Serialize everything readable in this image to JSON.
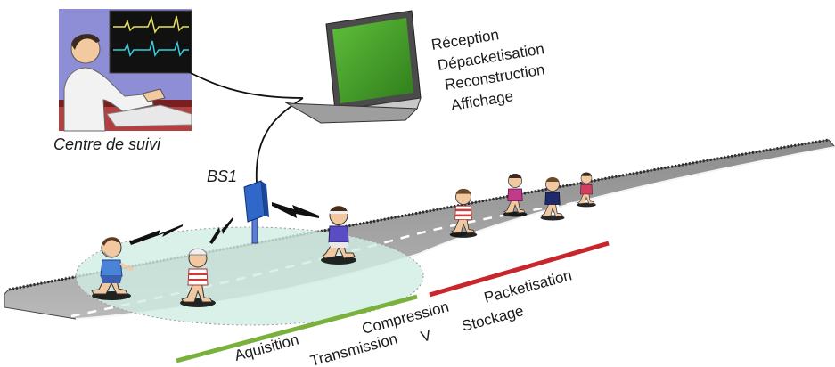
{
  "monitoring_center": {
    "caption": "Centre de suivi"
  },
  "base_station": {
    "label": "BS1"
  },
  "laptop_steps": [
    "Réception",
    "Dépacketisation",
    "Reconstruction",
    "Affichage"
  ],
  "sensor_steps": {
    "acquisition": "Aquisition",
    "transmission": "Transmission",
    "compression": "Compression",
    "v": "V"
  },
  "storage_steps": {
    "packetisation": "Packetisation",
    "stockage": "Stockage"
  },
  "colors": {
    "green_bar": "#7ab13d",
    "red_bar": "#c8262d",
    "road": "#9c9c9c",
    "zone": "#cfeee2",
    "screen": "#4ea32a"
  }
}
